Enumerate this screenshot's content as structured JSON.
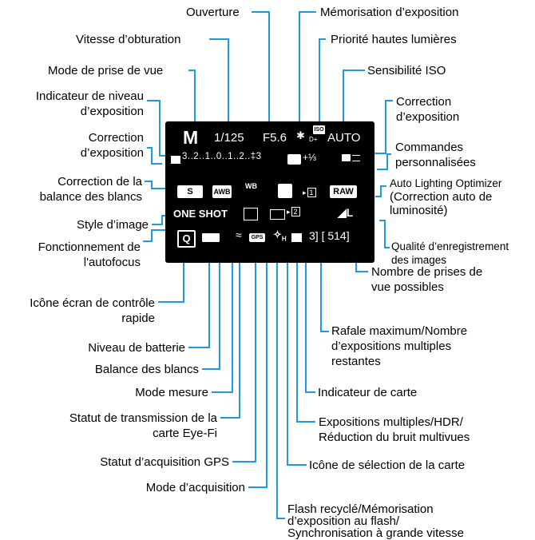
{
  "screen": {
    "mode": "M",
    "shutter": "1/125",
    "aperture": "F5.6",
    "ae_lock": "✱",
    "iso_small": "ISO",
    "d_plus": "D+",
    "iso_value": "AUTO",
    "exposure_scale": "3..2..1..0..1..2..‡3",
    "flash_comp": "+⅓",
    "wb_shift": "WB",
    "style_value": "S",
    "awb": "AWB",
    "burst": "1",
    "quality_raw": "RAW",
    "quality_l": "L",
    "af_mode": "ONE SHOT",
    "drive_num": "2",
    "q_icon": "Q",
    "gps": "GPS",
    "flash_h": "H",
    "shots": "3] [  514]"
  },
  "labels": {
    "aperture": "Ouverture",
    "ae_lock": "Mémorisation d’exposition",
    "shutter": "Vitesse d’obturation",
    "highlight": "Priorité hautes lumières",
    "mode": "Mode de prise de vue",
    "iso": "Sensibilité ISO",
    "exposure_level": [
      "Indicateur de niveau",
      "d’exposition"
    ],
    "exp_comp_right": [
      "Correction",
      "d’exposition"
    ],
    "exp_comp_left": [
      "Correction",
      "d’exposition"
    ],
    "custom": [
      "Commandes",
      "personnalisées"
    ],
    "alo": [
      "Auto Lighting Optimizer",
      "(Correction auto de",
      "luminosité)"
    ],
    "wb_corr": [
      "Correction de la",
      "balance des blancs"
    ],
    "style": "Style d’image",
    "quality": [
      "Qualité d’enregistrement",
      "des images"
    ],
    "af": [
      "Fonctionnement de",
      "l'autofocus"
    ],
    "shots": [
      "Nombre de prises de",
      "vue possibles"
    ],
    "q": [
      "Icône écran de contrôle",
      "rapide"
    ],
    "burst": [
      "Rafale maximum/Nombre",
      "d’expositions multiples",
      "restantes"
    ],
    "battery": "Niveau de batterie",
    "wb": "Balance des blancs",
    "card_ind": "Indicateur de carte",
    "metering": "Mode mesure",
    "multi": [
      "Expositions multiples/HDR/",
      "Réduction du bruit multivues"
    ],
    "eyefi": [
      "Statut de transmission de la",
      "carte Eye-Fi"
    ],
    "card_sel": "Icône de sélection de la carte",
    "gps": "Statut d’acquisition GPS",
    "drive": "Mode d’acquisition",
    "flash": [
      "Flash recyclé/Mémorisation",
      "d’exposition au flash/",
      "Synchronisation à grande vitesse"
    ]
  }
}
